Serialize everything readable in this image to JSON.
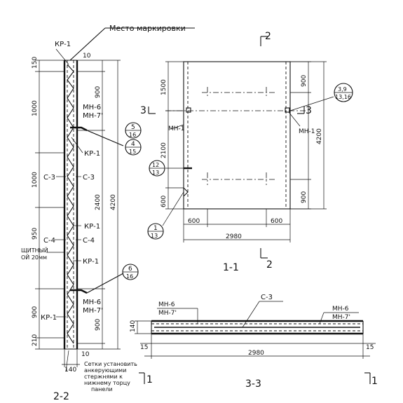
{
  "labels": {
    "marking_place": "Место маркировки",
    "kr1": "КР-1",
    "mn6": "МН-6",
    "mn7": "МН-7'",
    "mn1": "МН-1",
    "c3": "С-3",
    "c4": "С-4",
    "formwork_line1": "ЩИТНЫЙ",
    "formwork_line2": "ОЙ 20мм",
    "note_line1": "Сетки установить",
    "note_line2": "анкерующими",
    "note_line3": "стержнями к",
    "note_line4": "нижнему торцу",
    "note_line5": "панели",
    "section_11": "1-1",
    "section_22": "2-2",
    "section_33": "3-3",
    "mark_1": "1",
    "mark_2": "2",
    "mark_3": "3"
  },
  "dims": {
    "d150": "150",
    "d1000a": "1000",
    "d1000b": "1000",
    "d950": "950",
    "d900L": "900",
    "d210": "210",
    "d10a": "10",
    "d10b": "10",
    "d900a": "900",
    "d2400": "2400",
    "d4200L": "4200",
    "d900b": "900",
    "d140": "140",
    "d1500": "1500",
    "d2100": "2100",
    "d600v": "600",
    "d900Ra": "900",
    "d4200R": "4200",
    "d900Rb": "900",
    "d600a": "600",
    "d600b": "600",
    "d2980a": "2980",
    "d140s": "140",
    "d15a": "15",
    "d15b": "15",
    "d2980b": "2980"
  },
  "callouts": {
    "c1_top": "5",
    "c1_bot": "16",
    "c2_top": "4",
    "c2_bot": "15",
    "c3_top": "6",
    "c3_bot": "16",
    "c4_top": "12",
    "c4_bot": "13",
    "c5_top": "1",
    "c5_bot": "13",
    "c6_top": "3,9",
    "c6_bot": "13,16"
  }
}
